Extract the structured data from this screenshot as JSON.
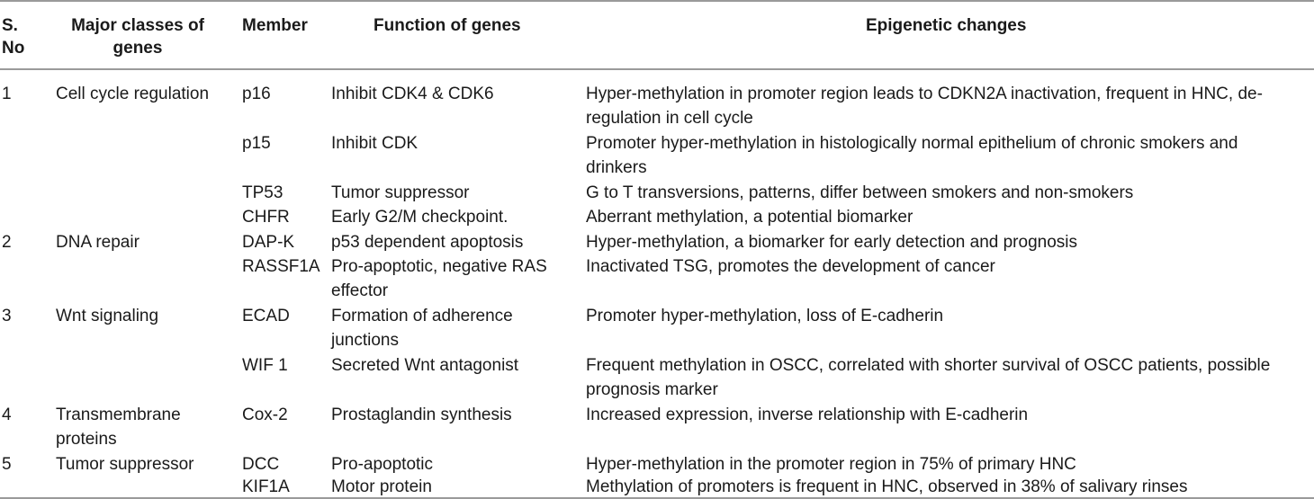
{
  "headers": {
    "sno": "S.\nNo",
    "classes": "Major classes of genes",
    "member": "Member",
    "function": "Function of genes",
    "epigenetic": "Epigenetic changes"
  },
  "rows": [
    {
      "sno": "1",
      "cls": "Cell cycle regulation",
      "member": "p16",
      "function": "Inhibit CDK4 & CDK6",
      "epi_line1": "Hyper-methylation in promoter region leads to CDKN2A inactivation, frequent in HNC, de-",
      "epi_line2": "regulation in cell cycle"
    },
    {
      "member": "p15",
      "function": "Inhibit CDK",
      "epi_line1": "Promoter hyper-methylation in histologically normal epithelium of chronic smokers and",
      "epi_line2": "drinkers"
    },
    {
      "member": "TP53",
      "function": "Tumor suppressor",
      "epi_line1": "G to T transversions, patterns, differ between smokers and non-smokers"
    },
    {
      "member": "CHFR",
      "function": "Early G2/M checkpoint.",
      "epi_line1": "Aberrant methylation, a potential biomarker"
    },
    {
      "sno": "2",
      "cls": "DNA repair",
      "member": "DAP-K",
      "function": "p53 dependent apoptosis",
      "epi_line1": "Hyper-methylation, a biomarker for early detection and prognosis"
    },
    {
      "member": "RASSF1A",
      "function_line1": "Pro-apoptotic, negative RAS",
      "function_line2": "effector",
      "epi_line1": "Inactivated TSG, promotes the development of cancer"
    },
    {
      "sno": "3",
      "cls": "Wnt signaling",
      "member": "ECAD",
      "function_line1": "Formation of adherence",
      "function_line2": "junctions",
      "epi_line1": "Promoter hyper-methylation, loss of E-cadherin"
    },
    {
      "member": "WIF 1",
      "function": "Secreted Wnt antagonist",
      "epi_line1": "Frequent methylation in OSCC, correlated with shorter survival of OSCC patients, possible",
      "epi_line2": "prognosis marker"
    },
    {
      "sno": "4",
      "cls_line1": "Transmembrane",
      "cls_line2": "proteins",
      "member": "Cox-2",
      "function": "Prostaglandin synthesis",
      "epi_line1": "Increased expression, inverse relationship with E-cadherin"
    },
    {
      "sno": "5",
      "cls": "Tumor suppressor",
      "member": "DCC",
      "function": "Pro-apoptotic",
      "epi_line1": "Hyper-methylation in the promoter region in 75% of primary HNC"
    },
    {
      "member": "KIF1A",
      "function": "Motor protein",
      "epi_line1": "Methylation of promoters is frequent in HNC, observed in 38% of salivary rinses"
    }
  ]
}
